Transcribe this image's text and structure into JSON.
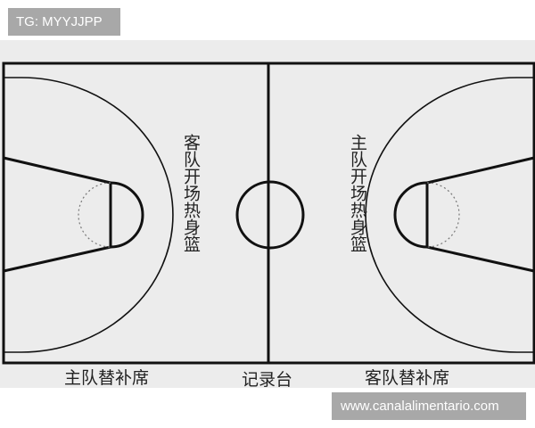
{
  "watermark_top": "TG: MYYJJPP",
  "watermark_bottom": "www.canalalimentario.com",
  "court": {
    "left_half_label": "客队开场热身篮",
    "right_half_label": "主队开场热身篮",
    "left_bench": "主队替补席",
    "scorer_table": "记录台",
    "right_bench": "客队替补席"
  },
  "colors": {
    "court_background": "#ececec",
    "line": "#111111",
    "tag_background": "#a8a8a8",
    "tag_text": "#ffffff"
  }
}
